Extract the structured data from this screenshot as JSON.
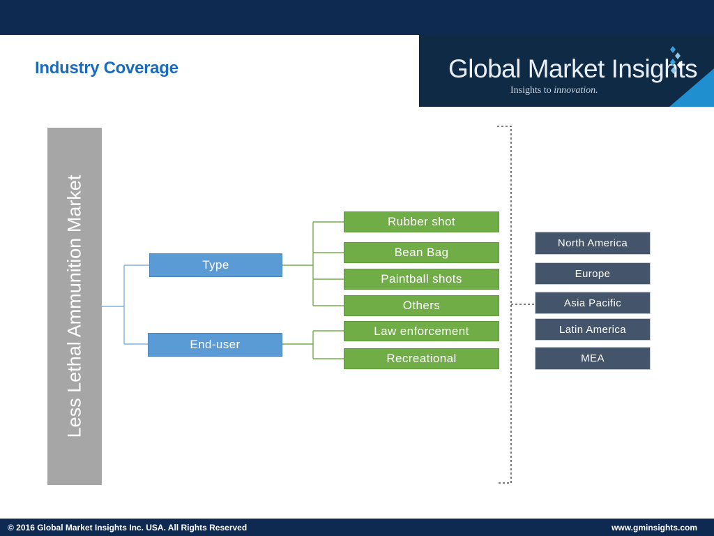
{
  "header": {
    "title": "Industry Coverage"
  },
  "logo": {
    "name": "Global Market Insights",
    "tagline_prefix": "Insights to ",
    "tagline_emphasis": "innovation."
  },
  "diagram": {
    "root": "Less Lethal Ammunition Market",
    "segments": [
      {
        "label": "Type",
        "children": [
          "Rubber shot",
          "Bean Bag",
          "Paintball shots",
          "Others"
        ]
      },
      {
        "label": "End-user",
        "children": [
          "Law enforcement",
          "Recreational"
        ]
      }
    ],
    "regions": [
      "North America",
      "Europe",
      "Asia Pacific",
      "Latin America",
      "MEA"
    ]
  },
  "footer": {
    "copyright": "© 2016 Global Market Insights Inc. USA.  All Rights Reserved",
    "website": "www.gminsights.com"
  },
  "colors": {
    "navy": "#0f2a50",
    "title_blue": "#1a6bc0",
    "segment_blue": "#5b9bd5",
    "sub_green": "#70ad47",
    "region_slate": "#44546a",
    "root_gray": "#a6a6a6",
    "accent_blue": "#1f8fd0"
  }
}
